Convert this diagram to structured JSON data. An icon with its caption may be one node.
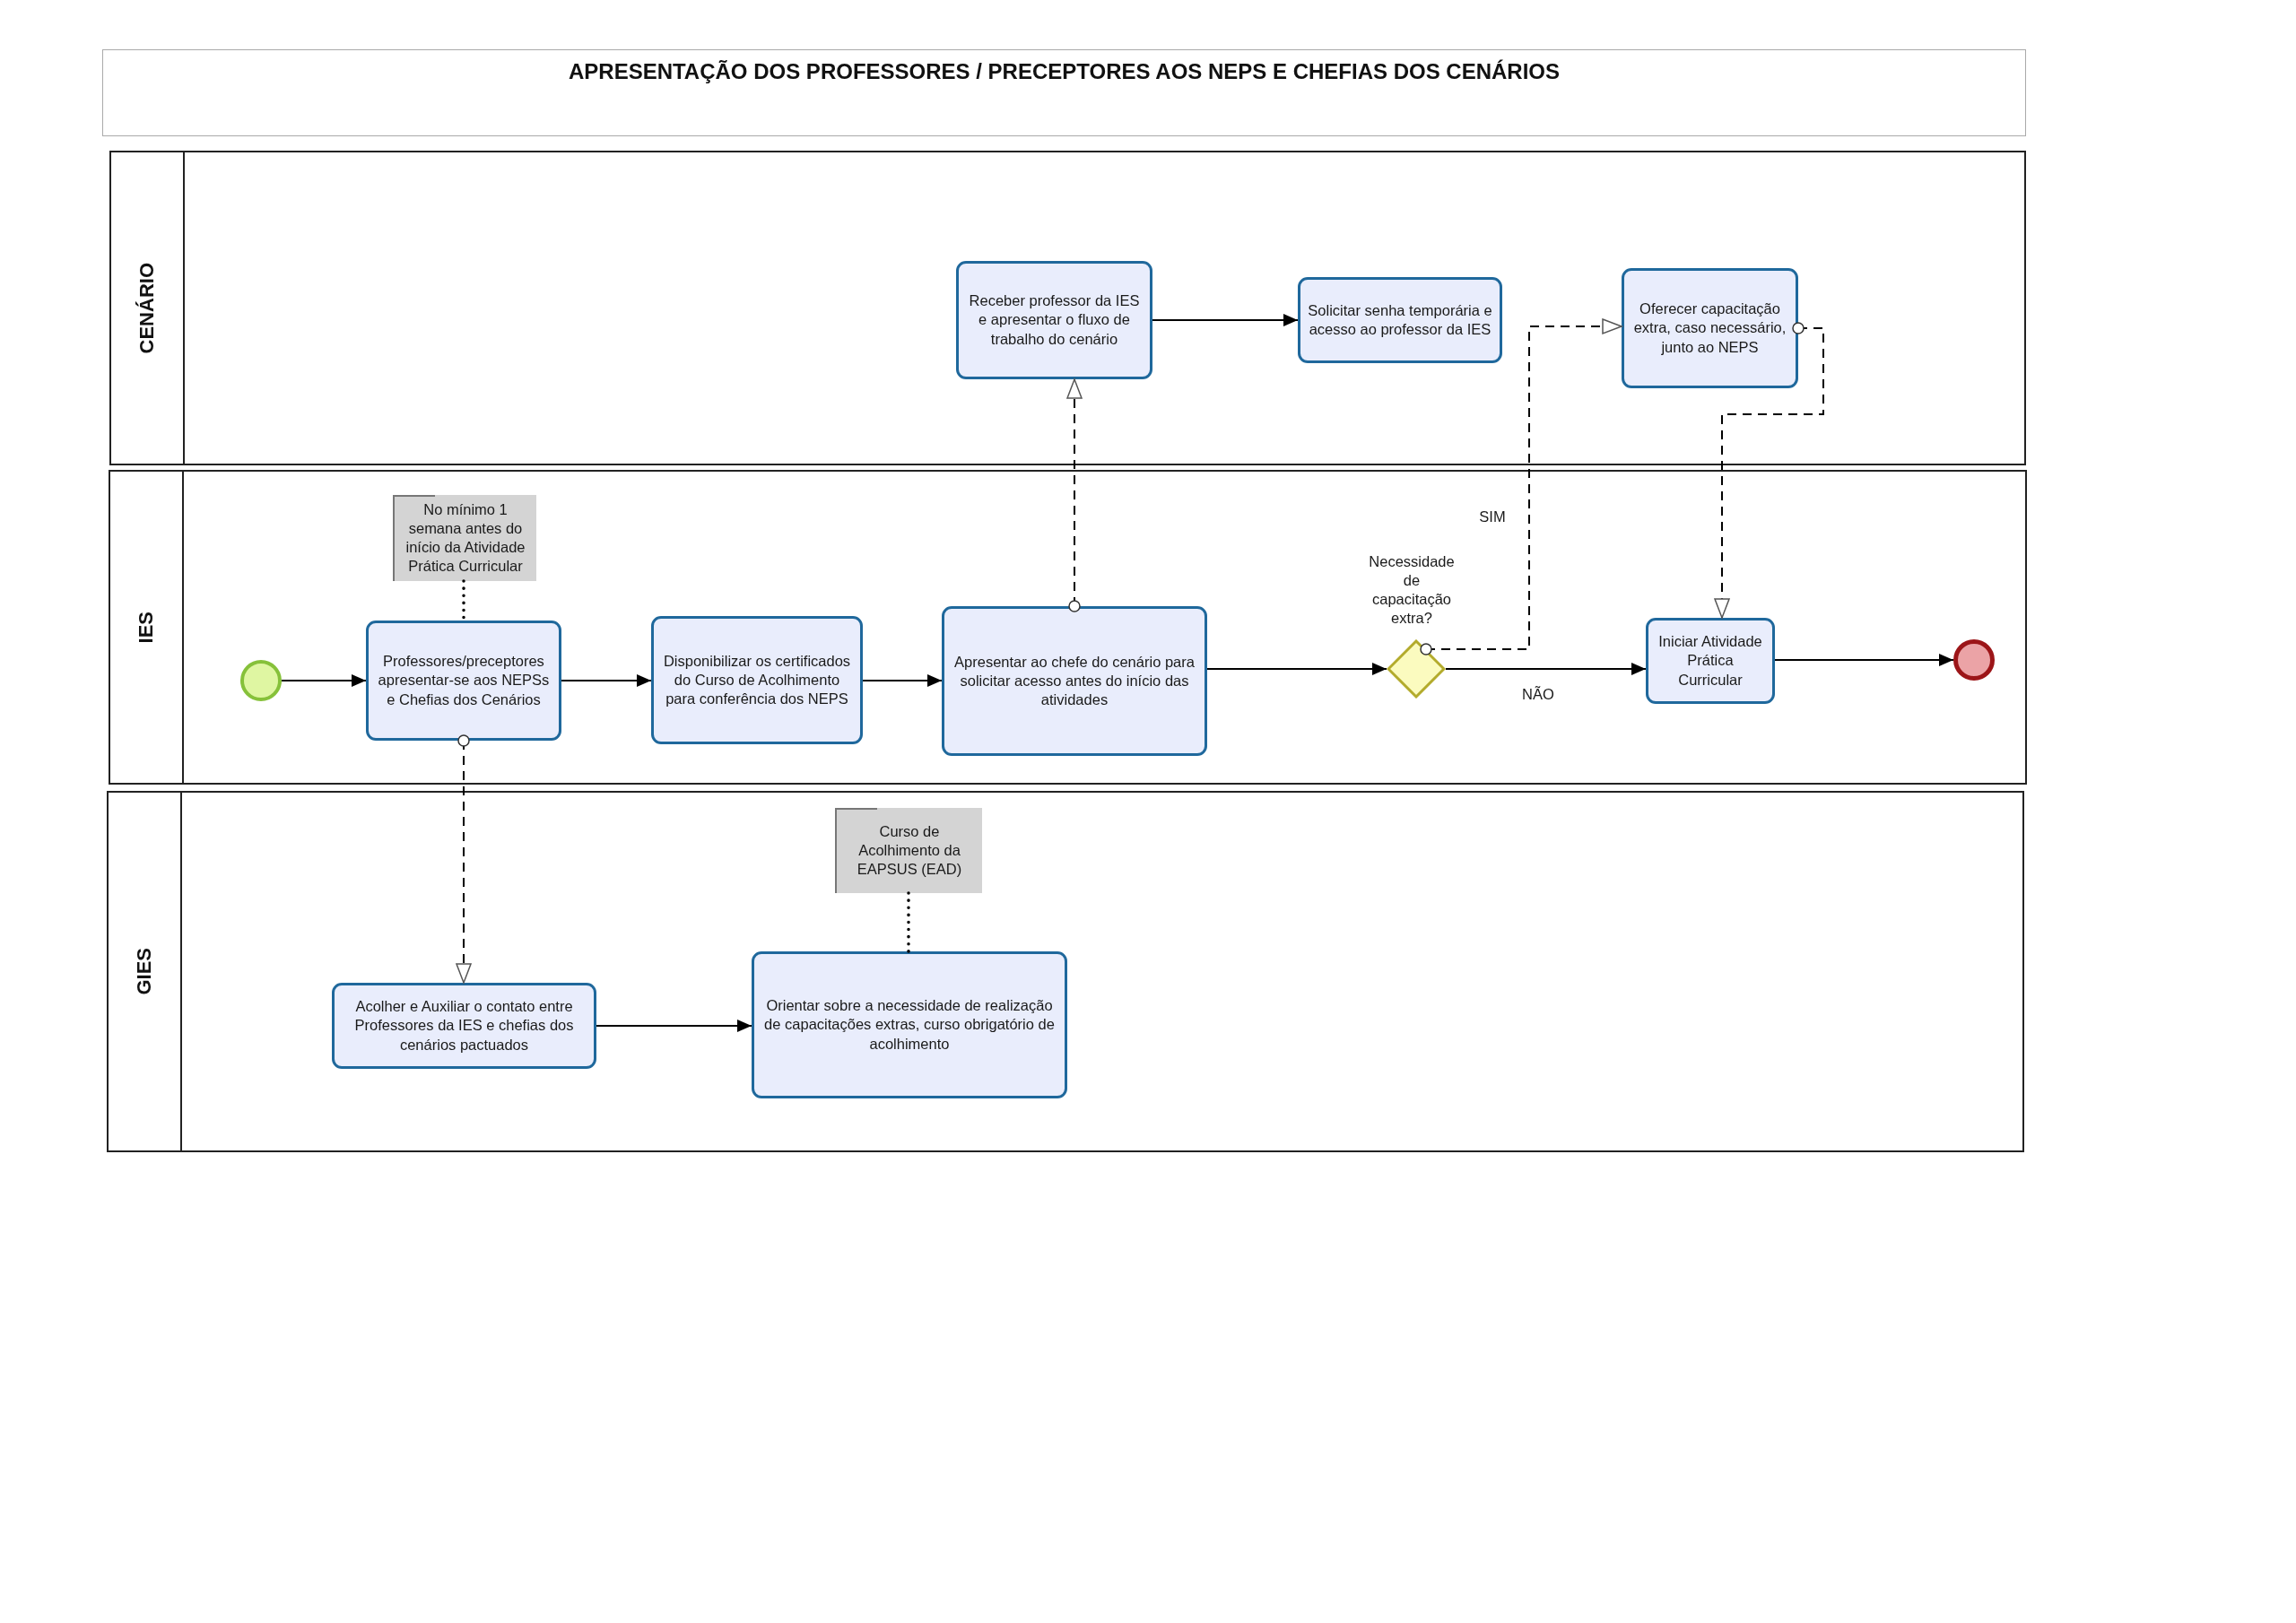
{
  "diagram": {
    "title": "APRESENTAÇÃO DOS PROFESSORES / PRECEPTORES AOS NEPS E CHEFIAS DOS CENÁRIOS",
    "nodes": [
      {
        "text": [
          "CENÁRIO"
        ]
      },
      {
        "text": [
          "Receber professor da IES e apresentar o fluxo de trabalho do cenário"
        ],
        "in": 0
      },
      {
        "text": [
          "Solicitar senha temporária e acesso ao professor da IES"
        ],
        "in": 0
      },
      {
        "text": [
          "Oferecer capacitação extra, caso necessário, junto ao NEPS"
        ],
        "in": 0
      },
      {
        "text": [
          "IES"
        ]
      },
      {
        "text": [
          "No mínimo 1 semana antes do início da Atividade Prática Curricular"
        ],
        "in": 4
      },
      {
        "text": [],
        "shape": "circle",
        "in": 4
      },
      {
        "text": [
          "Professores/preceptores apresentar-se aos NEPSs e Chefias dos Cenários"
        ],
        "in": 4
      },
      {
        "text": [
          "Disponibilizar os certificados do Curso de Acolhimento para conferência dos NEPS"
        ],
        "in": 4
      },
      {
        "text": [
          "Apresentar ao chefe do cenário para solicitar acesso antes do início das atividades"
        ],
        "in": 4
      },
      {
        "text": [],
        "shape": "diamond",
        "beside": [
          "Necessidade de capacitação extra?"
        ],
        "in": 4
      },
      {
        "text": [
          "Iniciar Atividade Prática Curricular"
        ],
        "in": 4
      },
      {
        "text": [],
        "shape": "circle",
        "in": 4
      },
      {
        "text": [
          "GIES"
        ]
      },
      {
        "text": [
          "Curso de Acolhimento da EAPSUS (EAD)"
        ],
        "in": 13
      },
      {
        "text": [
          "Acolher e Auxiliar o contato entre Professores da IES e chefias dos cenários pactuados"
        ],
        "in": 13
      },
      {
        "text": [
          "Orientar sobre a necessidade de realização de capacitações extras, curso obrigatório de acolhimento"
        ],
        "in": 13
      }
    ],
    "edges": [
      {
        "from": 6,
        "to": 7,
        "arrow": "to"
      },
      {
        "from": 7,
        "to": 8,
        "arrow": "to"
      },
      {
        "from": 8,
        "to": 9,
        "arrow": "to"
      },
      {
        "from": 9,
        "to": 10,
        "arrow": "to"
      },
      {
        "from": 10,
        "to": 11,
        "arrow": "to",
        "label": "NÃO"
      },
      {
        "from": 11,
        "to": 12,
        "arrow": "to"
      },
      {
        "from": 1,
        "to": 2,
        "arrow": "to"
      },
      {
        "from": 15,
        "to": 16,
        "arrow": "to"
      },
      {
        "from": 7,
        "to": 15,
        "arrow": "to",
        "style": "dashed"
      },
      {
        "from": 9,
        "to": 1,
        "arrow": "to",
        "style": "dashed"
      },
      {
        "from": 10,
        "to": 3,
        "arrow": "to",
        "style": "dashed",
        "label": "SIM"
      },
      {
        "from": 3,
        "to": 11,
        "arrow": "to",
        "style": "dashed"
      },
      {
        "from": 5,
        "to": 7,
        "arrow": "none",
        "style": "dashed"
      },
      {
        "from": 14,
        "to": 16,
        "arrow": "none",
        "style": "dashed"
      }
    ]
  }
}
